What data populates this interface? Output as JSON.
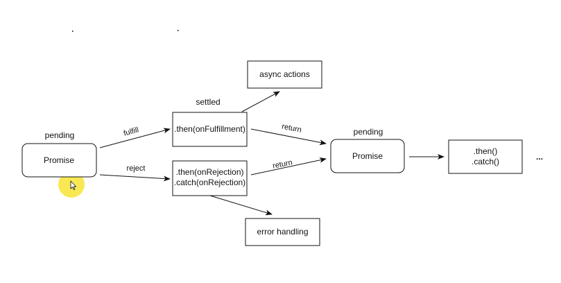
{
  "colors": {
    "stroke": "#111111",
    "background": "#ffffff",
    "cursor_highlight": "#f7e640"
  },
  "labels": {
    "pending_left": "pending",
    "pending_right": "pending",
    "settled": "settled"
  },
  "nodes": {
    "promise_left": "Promise",
    "then_fulfillment": ".then(onFulfillment)",
    "then_rejection_line1": ".then(onRejection)",
    "then_rejection_line2": ".catch(onRejection)",
    "async_actions": "async actions",
    "error_handling": "error handling",
    "promise_right": "Promise",
    "then_catch_line1": ".then()",
    "then_catch_line2": ".catch()",
    "ellipsis": "..."
  },
  "edges": {
    "fulfill": "fulfill",
    "reject": "reject",
    "return_top": "return",
    "return_bottom": "return"
  },
  "icons": {
    "cursor": "mouse-pointer-icon"
  }
}
